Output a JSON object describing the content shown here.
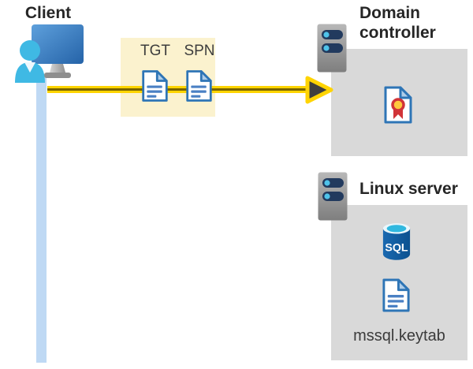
{
  "diagram": {
    "client": {
      "label": "Client"
    },
    "ticket_box": {
      "tgt_label": "TGT",
      "spn_label": "SPN"
    },
    "domain_controller": {
      "label": "Domain controller"
    },
    "linux_server": {
      "label": "Linux server",
      "database_label": "SQL",
      "keytab_label": "mssql.keytab"
    }
  },
  "icons": {
    "client": "user-at-monitor-icon",
    "tgt": "document-icon",
    "spn": "document-icon",
    "domain_controller": "server-icon",
    "certificate": "certificate-icon",
    "linux_server": "server-icon",
    "database": "sql-database-icon",
    "keytab": "document-icon",
    "flow": "arrow-right-icon"
  },
  "colors": {
    "arrow_yellow": "#FFD402",
    "arrow_core_olive": "#7A6400",
    "arrowhead_dark": "#3F3F3F",
    "ticket_box_bg": "#FBF2CE",
    "panel_gray": "#D9D9D9",
    "client_line_blue": "#BFD9F4",
    "doc_border_blue": "#2E75B6",
    "doc_line_blue": "#4A80C4",
    "person_cyan": "#3FB9E4",
    "monitor_blue_light": "#5EA0DC",
    "monitor_blue_dark": "#2563A8",
    "server_bar_navy": "#223A5E",
    "server_dot_cyan": "#4FC3EA",
    "sql_body_blue": "#0E5C9E",
    "sql_top_cyan": "#30B8DF",
    "seal_yellow": "#FFC83D",
    "seal_red": "#D13438",
    "title_text": "#262626",
    "label_text": "#3D3D3D"
  }
}
